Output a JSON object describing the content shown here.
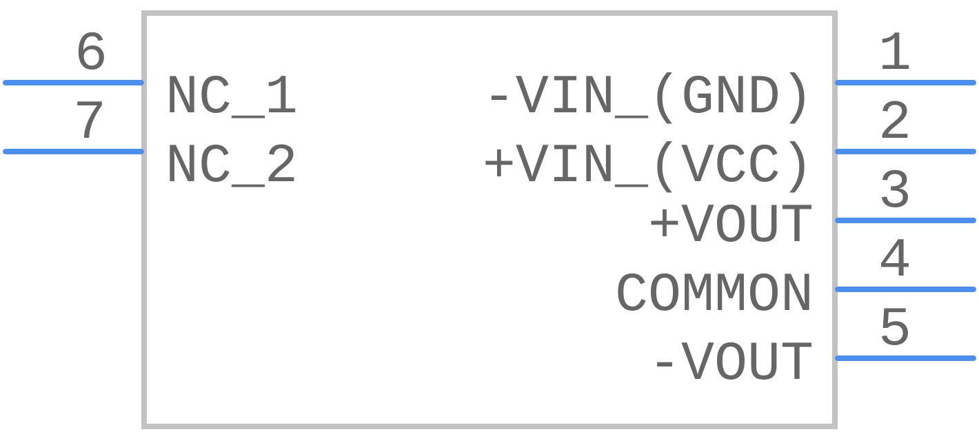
{
  "component": {
    "body_color": "#c2c2c2",
    "pin_color": "#4a8ef0",
    "text_color": "#666666"
  },
  "pins_left": [
    {
      "number": "6",
      "label": "NC_1"
    },
    {
      "number": "7",
      "label": "NC_2"
    }
  ],
  "pins_right": [
    {
      "number": "1",
      "label": "-VIN_(GND)"
    },
    {
      "number": "2",
      "label": "+VIN_(VCC)"
    },
    {
      "number": "3",
      "label": "+VOUT"
    },
    {
      "number": "4",
      "label": "COMMON"
    },
    {
      "number": "5",
      "label": "-VOUT"
    }
  ]
}
